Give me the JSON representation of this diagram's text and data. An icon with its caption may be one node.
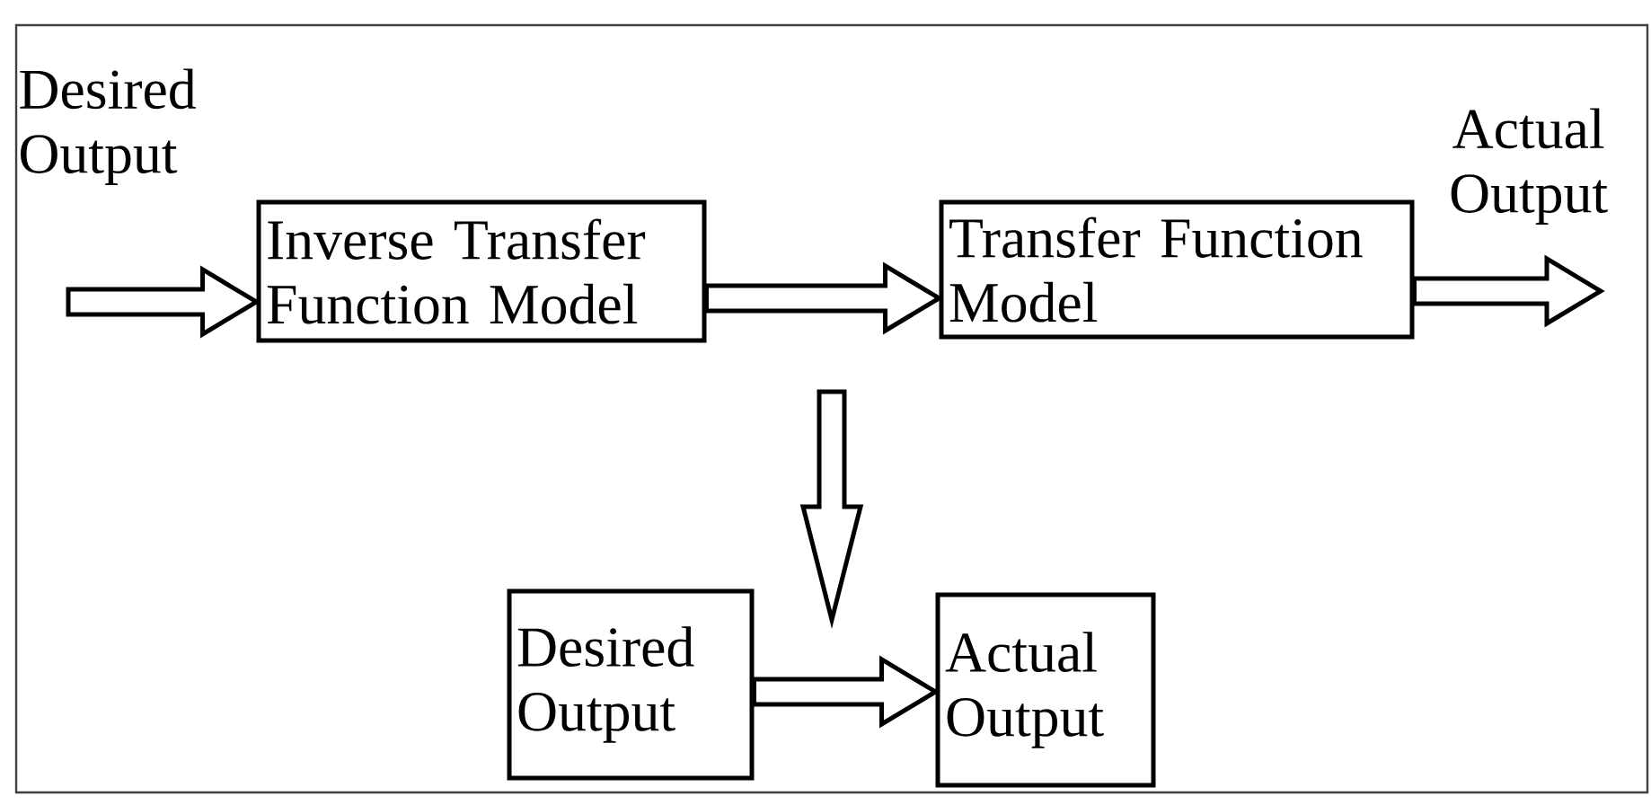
{
  "diagram": {
    "nodes": [
      {
        "text": [
          "Desired Output"
        ]
      },
      {
        "text": [
          "Inverse Transfer Function Model"
        ]
      },
      {
        "text": [
          "Transfer Function Model"
        ]
      },
      {
        "text": [
          "Actual Output"
        ]
      },
      {
        "text": [
          "Desired Output"
        ]
      },
      {
        "text": [
          "Actual Output"
        ]
      }
    ],
    "edges": [
      {
        "from": 0,
        "to": 1,
        "arrow": "to"
      },
      {
        "from": 1,
        "to": 2,
        "arrow": "to"
      },
      {
        "from": 2,
        "to": 3,
        "arrow": "to"
      },
      {
        "from": 4,
        "to": 5,
        "arrow": "to"
      }
    ]
  }
}
